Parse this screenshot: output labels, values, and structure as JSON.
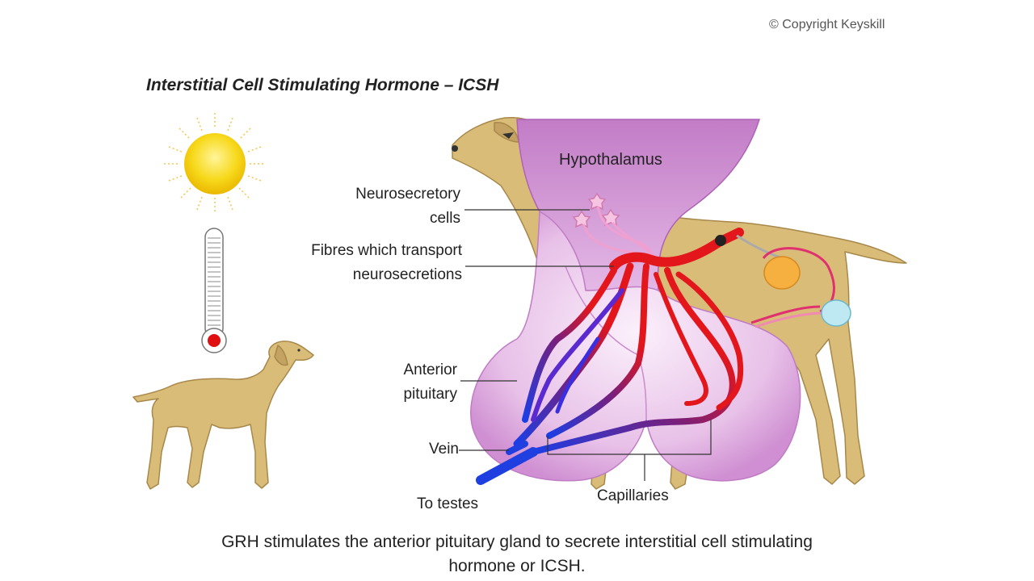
{
  "copyright": "© Copyright Keyskill",
  "title": "Interstitial Cell Stimulating Hormone – ICSH",
  "labels": {
    "hypothalamus": "Hypothalamus",
    "neurosecretory_line1": "Neurosecretory",
    "neurosecretory_line2": "cells",
    "fibres_line1": "Fibres which transport",
    "fibres_line2": "neurosecretions",
    "anterior_line1": "Anterior",
    "anterior_line2": "pituitary",
    "vein": "Vein",
    "to_testes": "To testes",
    "capillaries": "Capillaries"
  },
  "caption_line1": "GRH stimulates the anterior pituitary gland to secrete interstitial cell stimulating",
  "caption_line2": "hormone or ICSH.",
  "colors": {
    "dog": "#d8bc78",
    "sun": "#f5d21e",
    "gland": "#e8c3e2",
    "artery": "#e3161c",
    "vein": "#1f3fd8"
  },
  "icons": [
    "sun-icon",
    "thermometer-icon",
    "dog-icon"
  ]
}
